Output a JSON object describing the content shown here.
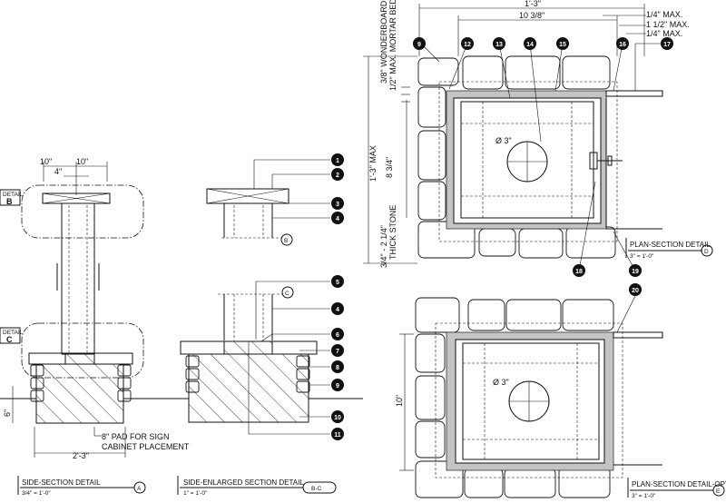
{
  "callouts": [
    "1",
    "2",
    "3",
    "4",
    "5",
    "6",
    "7",
    "8",
    "9",
    "10",
    "11",
    "12",
    "13",
    "14",
    "15",
    "16",
    "17",
    "18",
    "19",
    "20"
  ],
  "detail_markers": {
    "b_ref": "B",
    "c_ref": "C",
    "section_ref_label": "DETAIL",
    "circle_b": "B",
    "circle_c": "C",
    "circle_a": "A",
    "circle_bc": "B-C",
    "circle_d": "D",
    "circle_e": "E"
  },
  "side_section": {
    "dim_10_left": "10\"",
    "dim_10_right": "10\"",
    "dim_4": "4\"",
    "dim_6": "6\"",
    "dim_2_3": "2'-3\"",
    "note_pad_line1": "8\" PAD FOR SIGN",
    "note_pad_line2": "CABINET PLACEMENT",
    "title": "SIDE-SECTION DETAIL",
    "scale": "3/4\" = 1'-0\""
  },
  "side_enlarged": {
    "title": "SIDE-ENLARGED SECTION DETAIL",
    "scale": "1\" = 1'-0\""
  },
  "plan_section": {
    "dim_1_3": "1'-3\"",
    "dim_10_3_8": "10 3/8\"",
    "dim_quarter_top": "1/4\" MAX.",
    "dim_1_half": "1 1/2\" MAX.",
    "dim_quarter_bottom": "1/4\" MAX.",
    "wonderboard": "3/8\" WONDERBOARD",
    "mortar": "1/2\" MAX. MORTAR BED",
    "dim_1_3_max": "1'-3\" MAX",
    "dim_8_3_4": "8 3/4\"",
    "thick_stone_1": "3/4\" - 2 1/4\"",
    "thick_stone_2": "THICK STONE",
    "diameter": "Ø 3\"",
    "title": "PLAN-SECTION DETAIL",
    "scale": "3\" = 1'-0\""
  },
  "plan_opt": {
    "dim_10": "10\"",
    "diameter": "Ø 3\"",
    "title": "PLAN-SECTION DETAIL-OPT.",
    "scale": "3\" = 1'-0\""
  }
}
